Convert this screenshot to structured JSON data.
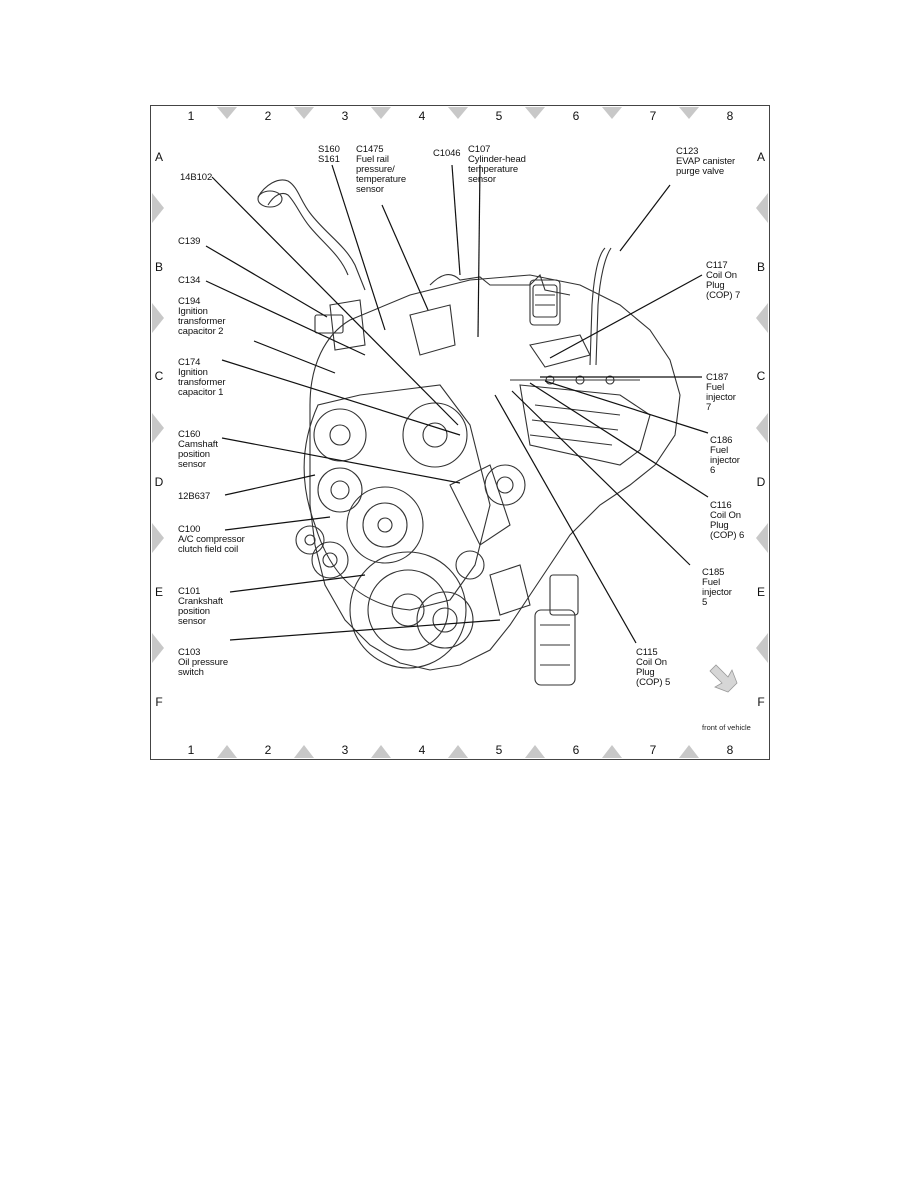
{
  "grid": {
    "columns": [
      "1",
      "2",
      "3",
      "4",
      "5",
      "6",
      "7",
      "8"
    ],
    "rows": [
      "A",
      "B",
      "C",
      "D",
      "E",
      "F"
    ]
  },
  "labels": [
    {
      "id": "14b102",
      "text": "14B102"
    },
    {
      "id": "s160",
      "text": "S160\nS161"
    },
    {
      "id": "c1475",
      "text": "C1475\nFuel rail\npressure/\ntemperature\nsensor"
    },
    {
      "id": "c1046",
      "text": "C1046"
    },
    {
      "id": "c107",
      "text": "C107\nCylinder-head\ntemperature\nsensor"
    },
    {
      "id": "c123",
      "text": "C123\nEVAP canister\npurge valve"
    },
    {
      "id": "c139",
      "text": "C139"
    },
    {
      "id": "c134",
      "text": "C134"
    },
    {
      "id": "c194",
      "text": "C194\nIgnition\ntransformer\ncapacitor 2"
    },
    {
      "id": "c174",
      "text": "C174\nIgnition\ntransformer\ncapacitor 1"
    },
    {
      "id": "c160",
      "text": "C160\nCamshaft\nposition\nsensor"
    },
    {
      "id": "12b637",
      "text": "12B637"
    },
    {
      "id": "c100",
      "text": "C100\nA/C compressor\nclutch field coil"
    },
    {
      "id": "c101",
      "text": "C101\nCrankshaft\nposition\nsensor"
    },
    {
      "id": "c103",
      "text": "C103\nOil pressure\nswitch"
    },
    {
      "id": "c117",
      "text": "C117\nCoil On\nPlug\n(COP) 7"
    },
    {
      "id": "c187",
      "text": "C187\nFuel\ninjector\n7"
    },
    {
      "id": "c186",
      "text": "C186\nFuel\ninjector\n6"
    },
    {
      "id": "c116",
      "text": "C116\nCoil On\nPlug\n(COP) 6"
    },
    {
      "id": "c185",
      "text": "C185\nFuel\ninjector\n5"
    },
    {
      "id": "c115",
      "text": "C115\nCoil On\nPlug\n(COP) 5"
    }
  ],
  "front_of_vehicle": "front of vehicle"
}
